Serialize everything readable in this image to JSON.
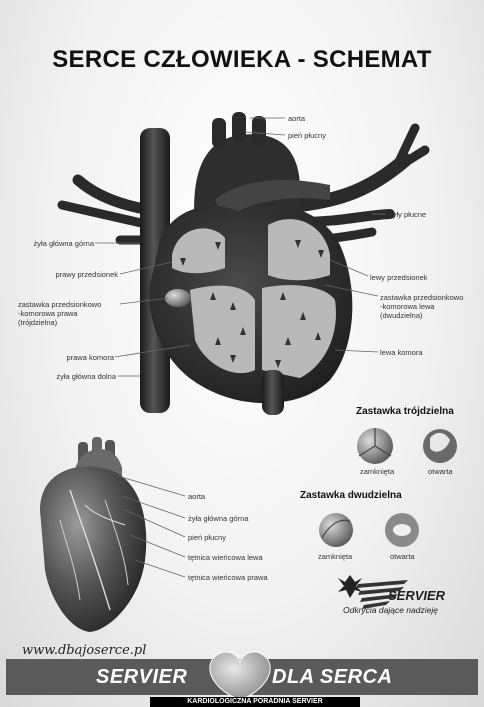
{
  "title": "SERCE CZŁOWIEKA - SCHEMAT",
  "main_diagram": {
    "left_labels": [
      "żyła główna górna",
      "prawy przedsionek",
      "zastawka przedsionkowo\n-komorowa prawa\n(trójdzielna)",
      "prawa komora",
      "żyła główna dolna"
    ],
    "right_labels": [
      "aorta",
      "pień płucny",
      "żyły płucne",
      "lewy przedsionek",
      "zastawka przedsionkowo\n-komorowa lewa\n(dwudzielna)",
      "lewa komora"
    ]
  },
  "valves": {
    "tricuspid": {
      "title": "Zastawka trójdzielna",
      "closed": "zamknięta",
      "open": "otwarta"
    },
    "mitral": {
      "title": "Zastawka dwudzielna",
      "closed": "zamknięta",
      "open": "otwarta"
    }
  },
  "external_view": {
    "labels": [
      "aorta",
      "żyła główna górna",
      "pień płucny",
      "tętnica wieńcowa lewa",
      "tętnica wieńcowa prawa"
    ]
  },
  "branding": {
    "company": "SERVIER",
    "tagline": "Odkrycia dające nadzieję",
    "website": "www.dbajoserce.pl",
    "banner_left": "SERVIER",
    "banner_right": "DLA SERCA",
    "banner_sub": "KARDIOLOGICZNA PORADNIA SERVIER"
  },
  "colors": {
    "heart_dark": "#2b2b2b",
    "chamber_gray": "#b9b9b9",
    "banner": "#5a5a5a",
    "heart_logo": "#b0b0b0"
  }
}
